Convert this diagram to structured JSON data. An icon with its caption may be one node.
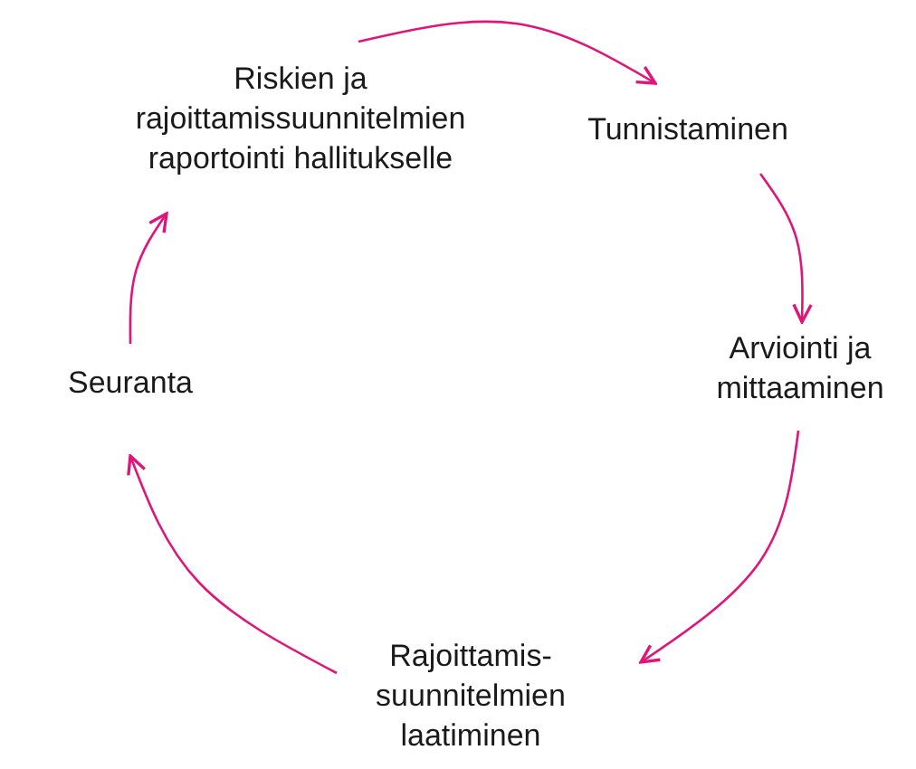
{
  "diagram": {
    "nodes": [
      {
        "text": [
          "Riskien ja rajoittamissuunnitelmien raportointi hallitukselle"
        ]
      },
      {
        "text": [
          "Tunnistaminen"
        ]
      },
      {
        "text": [
          "Arviointi ja mittaaminen"
        ]
      },
      {
        "text": [
          "Rajoittamis- suunnitelmien laatiminen"
        ]
      },
      {
        "text": [
          "Seuranta"
        ]
      }
    ],
    "edges": [
      {
        "from": 0,
        "to": 1,
        "arrow": "to"
      },
      {
        "from": 1,
        "to": 2,
        "arrow": "to"
      },
      {
        "from": 2,
        "to": 3,
        "arrow": "to"
      },
      {
        "from": 3,
        "to": 4,
        "arrow": "to"
      },
      {
        "from": 4,
        "to": 0,
        "arrow": "to"
      }
    ]
  }
}
